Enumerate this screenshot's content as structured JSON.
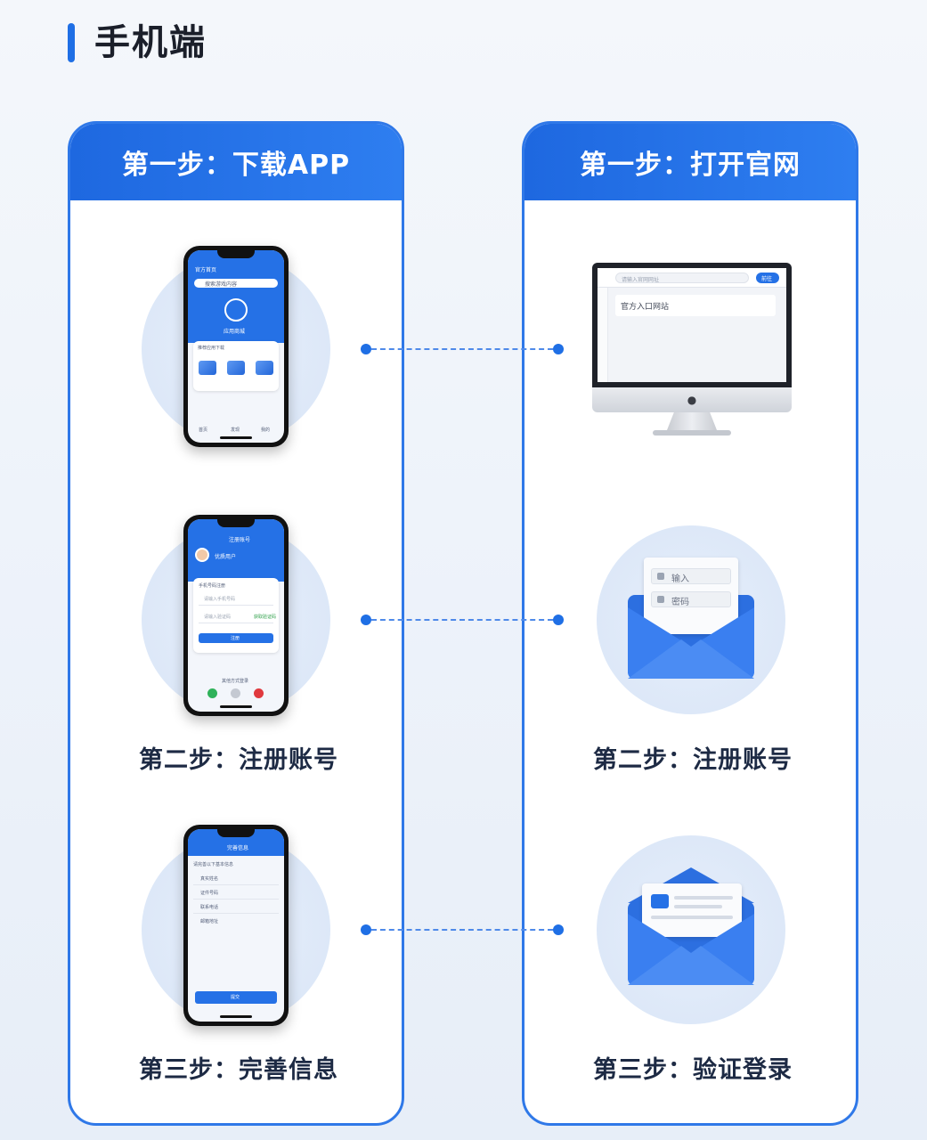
{
  "page": {
    "title": "手机端"
  },
  "left_panel": {
    "header": "第一步：下载APP",
    "steps": [
      {
        "label": ""
      },
      {
        "label": "第二步：注册账号"
      },
      {
        "label": "第三步：完善信息"
      }
    ],
    "phone1": {
      "app_name": "官方首页",
      "search_placeholder": "搜索游戏内容",
      "hero_label": "应用商城",
      "section_title": "推荐应用下载",
      "nav": [
        "首页",
        "发现",
        "我的"
      ]
    },
    "phone2": {
      "title": "注册账号",
      "user_name": "优质用户",
      "form_title": "手机号码注册",
      "phone_placeholder": "请输入手机号码",
      "code_placeholder": "请输入验证码",
      "code_button": "获取验证码",
      "submit": "注册",
      "other_login": "其他方式登录"
    },
    "phone3": {
      "title": "完善信息",
      "section_title": "请完善以下基本信息",
      "rows": [
        "真实姓名",
        "证件号码",
        "联系电话",
        "邮箱地址"
      ],
      "submit": "提交"
    }
  },
  "right_panel": {
    "header": "第一步：打开官网",
    "steps": [
      {
        "label": ""
      },
      {
        "label": "第二步：注册账号"
      },
      {
        "label": "第三步：验证登录"
      }
    ],
    "monitor": {
      "url_placeholder": "请输入官网网址",
      "go_button": "前往",
      "content_text": "官方入口网站"
    },
    "register_envelope": {
      "field1": "输入",
      "field2": "密码"
    }
  },
  "colors": {
    "accent": "#1f6fe5",
    "panel_border": "#2f78e8",
    "text_dark": "#1d2a44"
  }
}
